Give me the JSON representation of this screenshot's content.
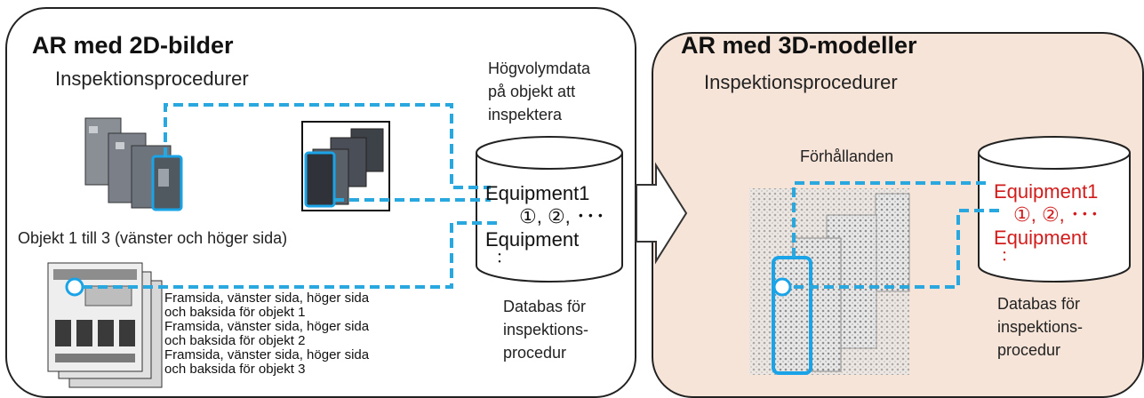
{
  "left": {
    "title": "AR med 2D-bilder",
    "subtitle": "Inspektionsprocedurer",
    "high_volume_label": [
      "Högvolymdata",
      "på objekt att",
      "inspektera"
    ],
    "objects_caption": "Objekt 1 till 3 (vänster och höger sida)",
    "sheet_captions": [
      "Framsida, vänster sida, höger sida",
      "och baksida för objekt 1",
      "Framsida, vänster sida, höger sida",
      "och baksida för objekt 2",
      "Framsida, vänster sida, höger sida",
      "och baksida för objekt 3"
    ],
    "db_lines": [
      "Equipment1",
      "①, ②, ･･･",
      "Equipment",
      "："
    ],
    "db_caption": [
      "Databas för",
      "inspektions-",
      "procedur"
    ]
  },
  "right": {
    "title": "AR med 3D-modeller",
    "subtitle": "Inspektionsprocedurer",
    "relations_label": "Förhållanden",
    "db_lines": [
      "Equipment1",
      "①, ②, ･･･",
      "Equipment",
      "："
    ],
    "db_caption": [
      "Databas för",
      "inspektions-",
      "procedur"
    ]
  },
  "colors": {
    "dashed_link": "#29a8e0",
    "highlight": "#1aa3e6",
    "right_panel_bg": "#f7e4d8",
    "db_text_red": "#d21c1c"
  },
  "icons": [
    "arrow-right-icon",
    "cabinet-icon",
    "database-cylinder-icon",
    "target-circle-icon"
  ]
}
